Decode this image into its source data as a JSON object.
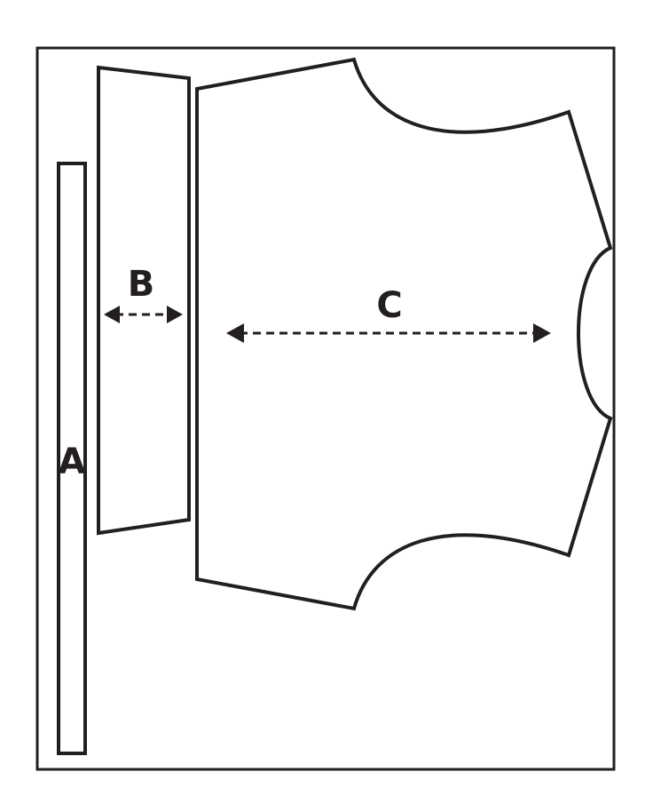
{
  "labels": {
    "a": "A",
    "b": "B",
    "c": "C"
  },
  "colors": {
    "ink": "#231f20",
    "paper": "#ffffff"
  }
}
